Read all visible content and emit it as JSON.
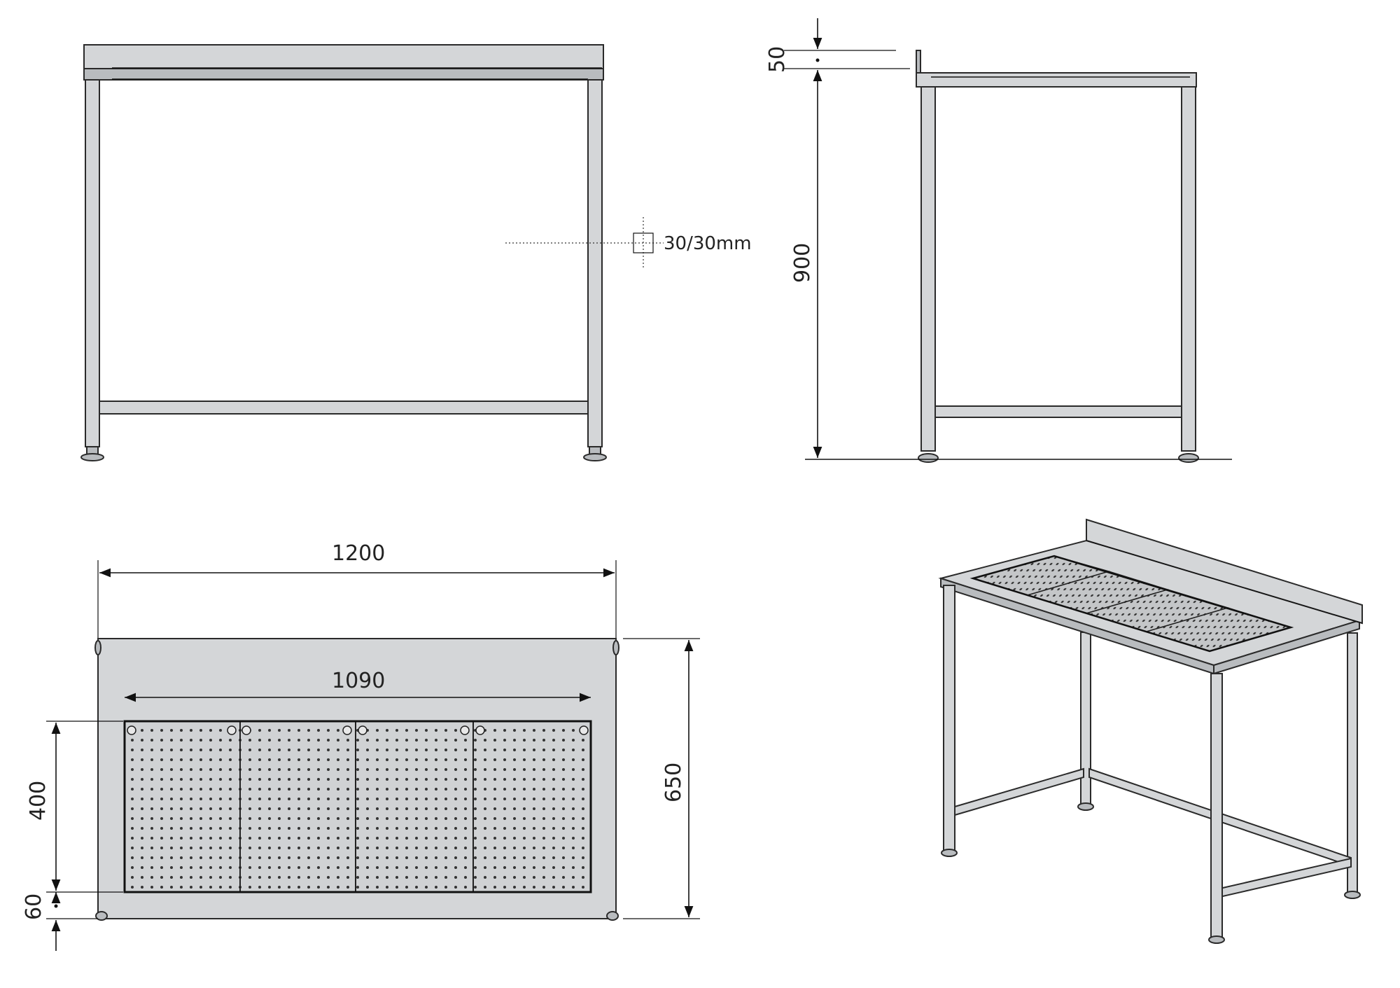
{
  "front_view": {
    "profile_callout": "30/30mm"
  },
  "side_view": {
    "dim_backsplash": "50",
    "dim_height": "900"
  },
  "top_view": {
    "dim_total_width": "1200",
    "dim_grid_width": "1090",
    "dim_depth": "650",
    "dim_grid_depth": "400",
    "dim_front_offset": "60",
    "grid_panel_count": 4
  },
  "colors": {
    "steel": "#d4d6d8",
    "steel_dark": "#b9bcbf",
    "outline": "#2a2a2a"
  }
}
